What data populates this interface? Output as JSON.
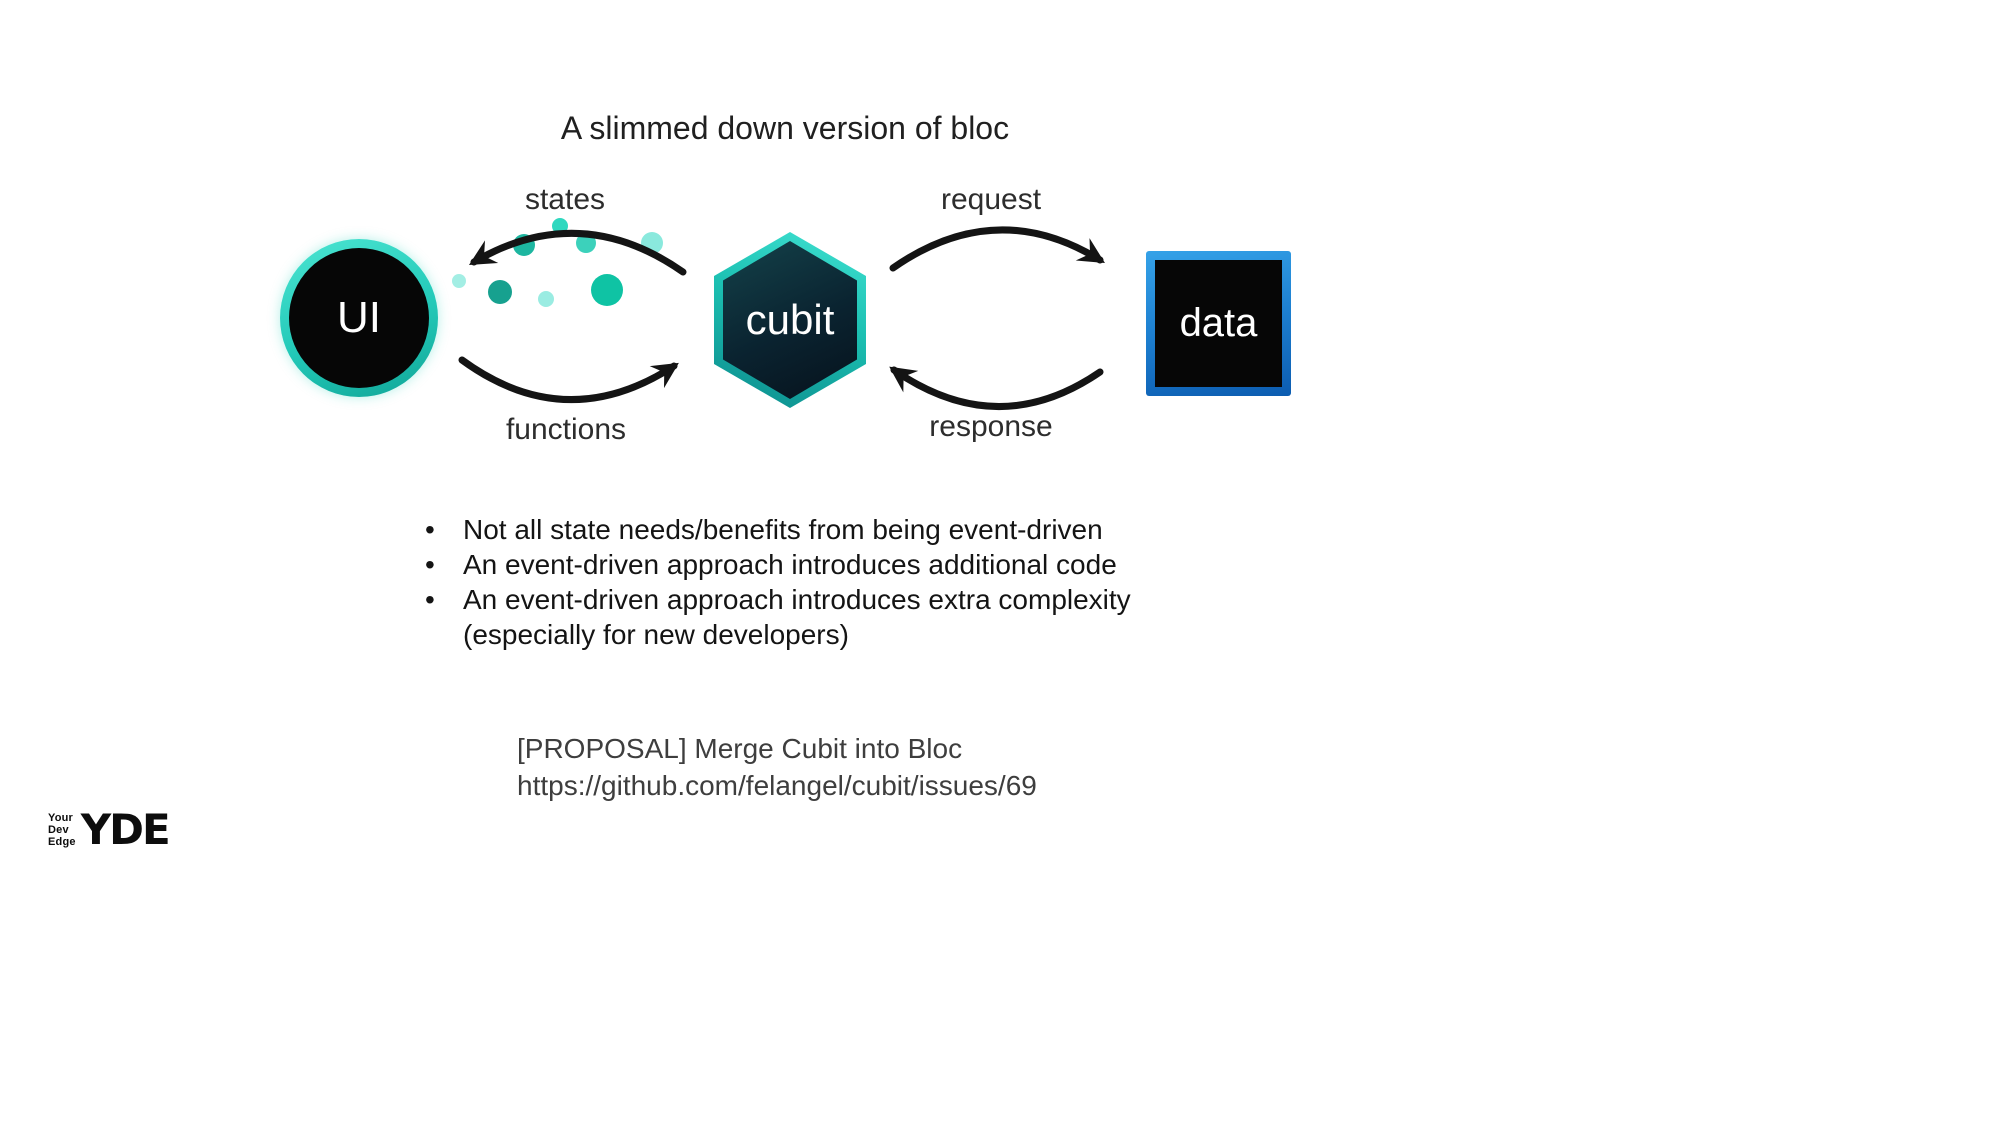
{
  "slide": {
    "title": "A slimmed down version of bloc",
    "background": "#ffffff"
  },
  "diagram": {
    "nodes": {
      "ui": {
        "label": "UI",
        "shape": "circle",
        "ring_color": "#2ed3be",
        "fill": "#060606"
      },
      "cubit": {
        "label": "cubit",
        "shape": "hexagon",
        "ring_color": "#1cc0b2",
        "fill": "#0a2330"
      },
      "data": {
        "label": "data",
        "shape": "square",
        "ring_color": "#1d7fd0",
        "fill": "#060606"
      }
    },
    "labels": {
      "states": "states",
      "functions": "functions",
      "request": "request",
      "response": "response"
    },
    "flows": [
      {
        "label": "states",
        "from": "cubit",
        "to": "ui"
      },
      {
        "label": "functions",
        "from": "ui",
        "to": "cubit"
      },
      {
        "label": "request",
        "from": "cubit",
        "to": "data"
      },
      {
        "label": "response",
        "from": "data",
        "to": "cubit"
      }
    ],
    "colors": {
      "teal_accent": "#2ed3be",
      "teal_dark": "#109b8d",
      "blue_accent": "#1d7fd0",
      "node_fill": "#060606",
      "arrow": "#141414"
    }
  },
  "bullets": {
    "items": [
      {
        "text": "Not all state needs/benefits from being event-driven"
      },
      {
        "text": "An event-driven approach introduces additional code"
      },
      {
        "text": "An event-driven approach introduces extra complexity",
        "text2": "(especially for new developers)"
      }
    ]
  },
  "footer": {
    "proposal": "[PROPOSAL] Merge Cubit into Bloc",
    "url": "https://github.com/felangel/cubit/issues/69"
  },
  "logo": {
    "word1": "Your",
    "word2": "Dev",
    "word3": "Edge",
    "mark": "YDE"
  }
}
